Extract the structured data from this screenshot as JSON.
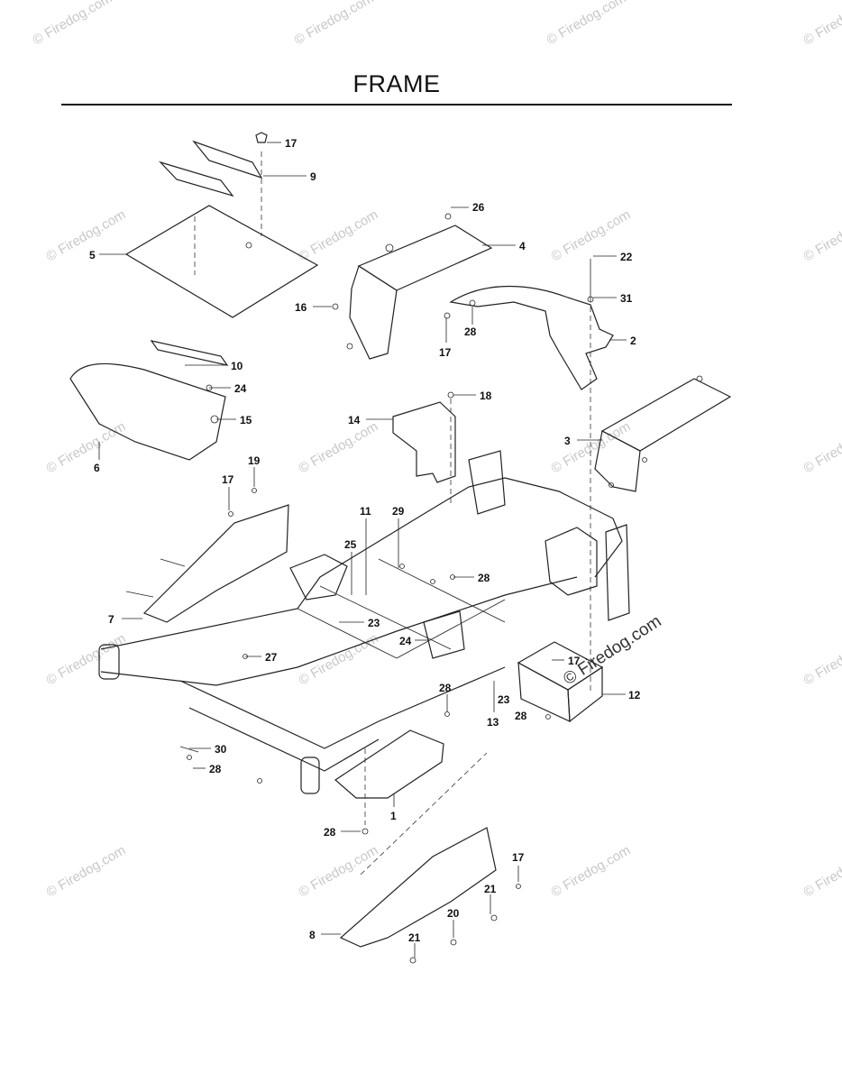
{
  "title": "FRAME",
  "watermark": "© Firedog.com",
  "callouts": {
    "c17a": "17",
    "c9": "9",
    "c5": "5",
    "c26": "26",
    "c4": "4",
    "c22": "22",
    "c31": "31",
    "c16": "16",
    "c17b": "17",
    "c28a": "28",
    "c2": "2",
    "c10": "10",
    "c24a": "24",
    "c15": "15",
    "c18": "18",
    "c14": "14",
    "c6": "6",
    "c3": "3",
    "c19": "19",
    "c17c": "17",
    "c11": "11",
    "c29": "29",
    "c25": "25",
    "c28b": "28",
    "c7": "7",
    "c23a": "23",
    "c24b": "24",
    "c27": "27",
    "c17d": "17",
    "c28c": "28",
    "c23b": "23",
    "c12": "12",
    "c13": "13",
    "c28d": "28",
    "c30": "30",
    "c28e": "28",
    "c1": "1",
    "c28f": "28",
    "c17e": "17",
    "c21a": "21",
    "c20": "20",
    "c8": "8",
    "c21b": "21"
  }
}
